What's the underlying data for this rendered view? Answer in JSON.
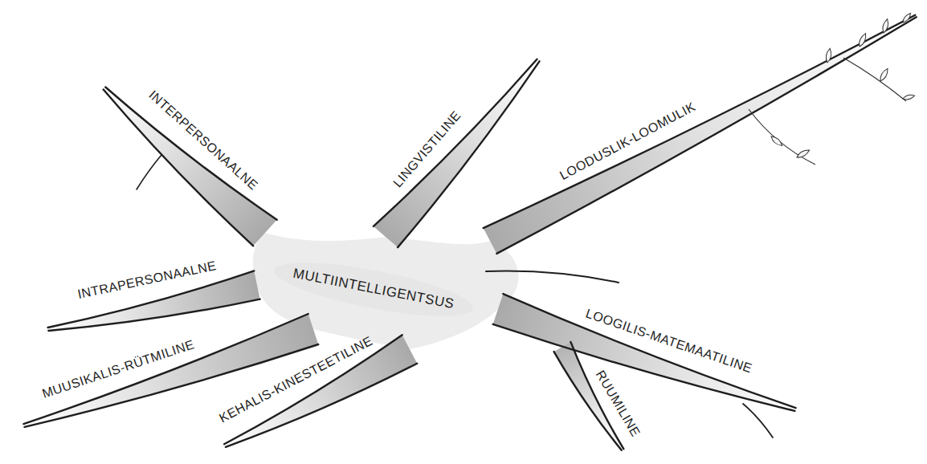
{
  "diagram": {
    "nodes": [
      {
        "text": [
          "MULTIINTELLIGENTSUS"
        ]
      }
    ],
    "labels": [
      "INTERPERSONAALNE",
      "LINGVISTILINE",
      "LOODUSLIK-LOOMULIK",
      "INTRAPERSONAALNE",
      "LOOGILIS-MATEMAATILINE",
      "MUUSIKALIS-RÜTMILINE",
      "KEHALIS-KINESTEETILINE",
      "RUUMILINE"
    ]
  }
}
